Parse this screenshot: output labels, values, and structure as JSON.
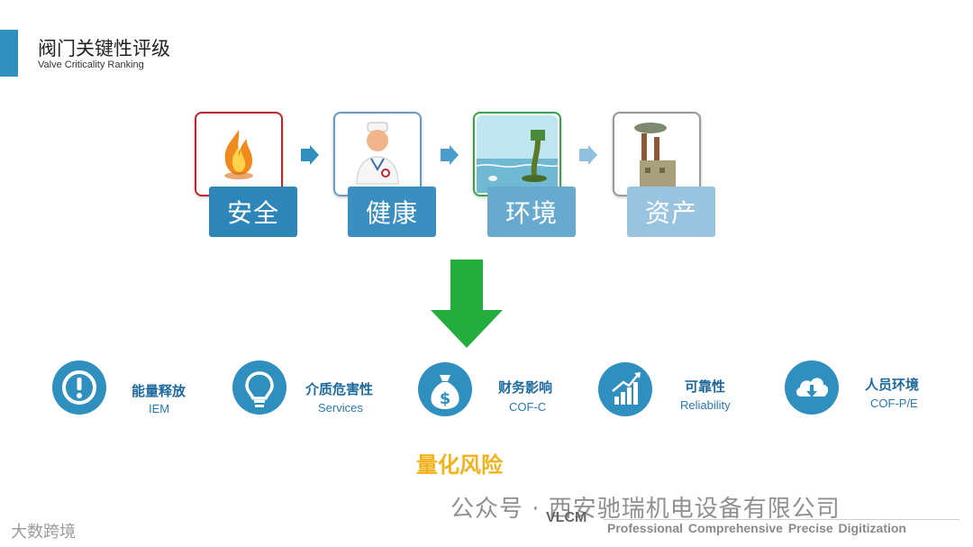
{
  "header": {
    "title_cn": "阀门关键性评级",
    "title_en": "Valve Criticality Ranking"
  },
  "categories": [
    {
      "label": "安全",
      "icon": "fire-icon",
      "color": "#2e86b8",
      "border": "#c0272d"
    },
    {
      "label": "健康",
      "icon": "doctor-icon",
      "color": "#3b8fc0",
      "border": "#6b9bc4"
    },
    {
      "label": "环境",
      "icon": "pollution-icon",
      "color": "#68a9cf",
      "border": "#3aa34a"
    },
    {
      "label": "资产",
      "icon": "factory-icon",
      "color": "#99c4df",
      "border": "#9a9a9a"
    }
  ],
  "risk_items": [
    {
      "cn": "能量释放",
      "en": "IEM",
      "icon": "exclamation-icon"
    },
    {
      "cn": "介质危害性",
      "en": "Services",
      "icon": "lightbulb-icon"
    },
    {
      "cn": "财务影响",
      "en": "COF-C",
      "icon": "money-bag-icon"
    },
    {
      "cn": "可靠性",
      "en": "Reliability",
      "icon": "bar-chart-up-icon"
    },
    {
      "cn": "人员环境",
      "en": "COF-P/E",
      "icon": "cloud-download-icon"
    }
  ],
  "summary": "量化风险",
  "footer": {
    "watermark": "公众号 · 西安驰瑞机电设备有限公司",
    "brand": "VLCM",
    "left_watermark": "大数跨境",
    "tagline": "Professional  Comprehensive  Precise  Digitization"
  }
}
